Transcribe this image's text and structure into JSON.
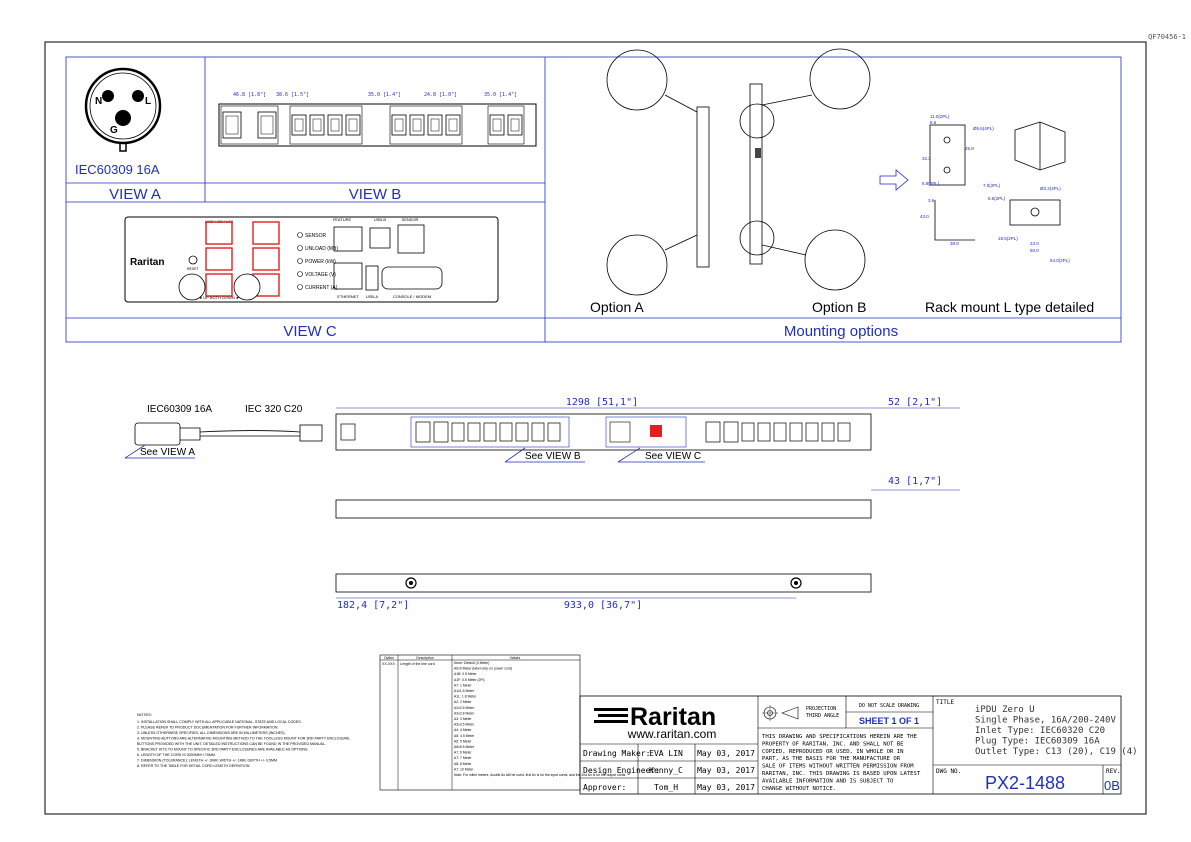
{
  "doc_code": "QF70456-1",
  "view_a": {
    "plug_pins": [
      "N",
      "L",
      "G"
    ],
    "plug_label": "IEC60309 16A",
    "title": "VIEW A"
  },
  "view_b": {
    "title": "VIEW B",
    "dims": [
      "46.8 [1.8\"]",
      "38.6 [1.5\"]",
      "35.0 [1.4\"]",
      "24.8 [1.0\"]",
      "35.0 [1.4\"]"
    ]
  },
  "view_c": {
    "title": "VIEW C",
    "display_label": "LINE / CB / LS8",
    "brand": "Raritan",
    "reset": "RESET",
    "leds": [
      "SENSOR",
      "UNLOAD (MB)",
      "POWER (kW)",
      "VOLTAGE (V)",
      "CURRENT (A)"
    ],
    "nav": "◄  UP  BOTH  DOWN  ►",
    "ports_top": [
      "FEATURE",
      "USB-B",
      "SENSOR"
    ],
    "ports_bottom": [
      "ETHERNET",
      "USB-A",
      "CONSOLE / MODEM"
    ]
  },
  "mounting": {
    "option_a": "Option A",
    "option_b": "Option B",
    "rack": "Rack mount L type detailed",
    "title": "Mounting options",
    "bracket_dims": [
      "11.0(2PL)",
      "8.6",
      "Ø5.6(4PL)",
      "25.8",
      "32.2",
      "6.8(2PL)",
      "7.0(2PL)",
      "3.6",
      "43.0",
      "38.0",
      "5.5(2PL)",
      "Ø3.2(4PL)",
      "18.5(2PL)",
      "23.0",
      "50.0",
      "54.0(2PL)"
    ]
  },
  "main": {
    "plug1": "IEC60309 16A",
    "plug2": "IEC 320 C20",
    "see_a": "See VIEW A",
    "see_b": "See VIEW B",
    "see_c": "See VIEW C",
    "dim_length": "1298 [51,1\"]",
    "dim_width": "52 [2,1\"]",
    "dim_depth": "43 [1,7\"]",
    "dim_offset": "182,4 [7,2\"]",
    "dim_pitch": "933,0 [36,7\"]"
  },
  "options_table": {
    "headers": [
      "Option",
      "Description",
      "Values"
    ],
    "option": "XX-XXX",
    "description": "Length of the line cord",
    "values": [
      "None: Default (3 Meter)",
      "A0x0 Meter (label only, no power cord)",
      "A1B: 0.5 Meter",
      "A1F: 0.6 Meter (2Ft)",
      "A7: 1 Meter",
      "A1x1.5 Meter",
      "A1L: 1.8 Meter",
      "A2: 2 Meter",
      "A2x2.5 Meter",
      "A2x2.8 Meter",
      "A3: 3 Meter",
      "A3x3.5 Meter",
      "A4: 4 Meter",
      "A5: 4.5 Meter",
      "A5: 5 Meter",
      "A5x5.5 Meter",
      "A7: 6 Meter",
      "A7: 7 Meter",
      "A8: 8 Meter",
      "A7: 10 Meter",
      "Note: For inline meters, double Ax will be used, first Ax is for the input cords, and the 2nd Ax is for the output cords"
    ]
  },
  "notes": {
    "title": "NOTES:",
    "items": [
      "1. INSTALLATION SHALL COMPLY WITH ALL APPLICABLE NATIONAL, STATE AND LOCAL CODES.",
      "2. PLEASE REFER TO PRODUCT DOCUMENTATION FOR FURTHER INFORMATION.",
      "3. UNLESS OTHERWISE SPECIFIED, ALL DIMENSIONS ARE IN MILLIMETERS (INCHES).",
      "4. MOUNTING BUTTONS ARE ALTERNATIVE MOUNTING METHOD TO THE TOOLLESS MOUNT FOR 3RD PARTY ENCLOSURE.",
      "   BUTTONS PROVIDED WITH THE UNIT. DETAILED INSTRUCTIONS CAN BE FOUND IN THE PROVIDED MANUAL.",
      "5. BRACKET KITS TO MOUNT TO SPECIFIC 3RD PARTY ENCLOSURES ARE AVAILABLE AS OPTIONS.",
      "6. LENGTH OF THE CORD IS 3000MM+/-70MM.",
      "7. DIMENSION (TOLERANCE): LENGTH +/- 3MM, WIDTH +/- 1MM, DEPTH +/- 0.5MM",
      "8. REFER TO THE TABLE FOR DETAIL CORD LENGTH DEFINITION"
    ]
  },
  "title_block": {
    "logo": "Raritan",
    "url": "www.raritan.com",
    "rows": [
      {
        "role": "Drawing Maker:",
        "name": "EVA LIN",
        "date": "May 03, 2017"
      },
      {
        "role": "Design Engineer:",
        "name": "Kenny_C",
        "date": "May 03, 2017"
      },
      {
        "role": "Approver:",
        "name": "Tom_H",
        "date": "May 03, 2017"
      }
    ],
    "projection": "PROJECTION",
    "third_angle": "THIRD ANGLE",
    "no_scale": "DO NOT SCALE DRAWING",
    "sheet": "SHEET 1 OF 1",
    "disclaimer": [
      "THIS DRAWING AND SPECIFICATIONS HEREIN ARE THE",
      "PROPERTY OF RARITAN, INC. AND SHALL NOT BE",
      "COPIED, REPRODUCED OR USED, IN WHOLE OR IN",
      "PART, AS THE BASIS FOR THE MANUFACTURE OR",
      "SALE OF ITEMS WITHOUT WRITTEN PERMISSION FROM",
      "RARITAN, INC. THIS DRAWING IS BASED UPON LATEST",
      "AVAILABLE INFORMATION AND IS SUBJECT TO",
      "CHANGE WITHOUT NOTICE."
    ],
    "title_label": "TITLE",
    "title_lines": [
      "iPDU Zero U",
      "Single Phase, 16A/200-240V",
      "Inlet Type: IEC60320 C20",
      "Plug Type: IEC60309 16A",
      "Outlet Type: C13 (20), C19 (4)"
    ],
    "dwg_label": "DWG NO.",
    "dwg_no": "PX2-1488",
    "rev_label": "REV.",
    "rev": "0B"
  },
  "colors": {
    "line": "#000000",
    "accent": "#1f2fbf",
    "display": "#e02020"
  }
}
